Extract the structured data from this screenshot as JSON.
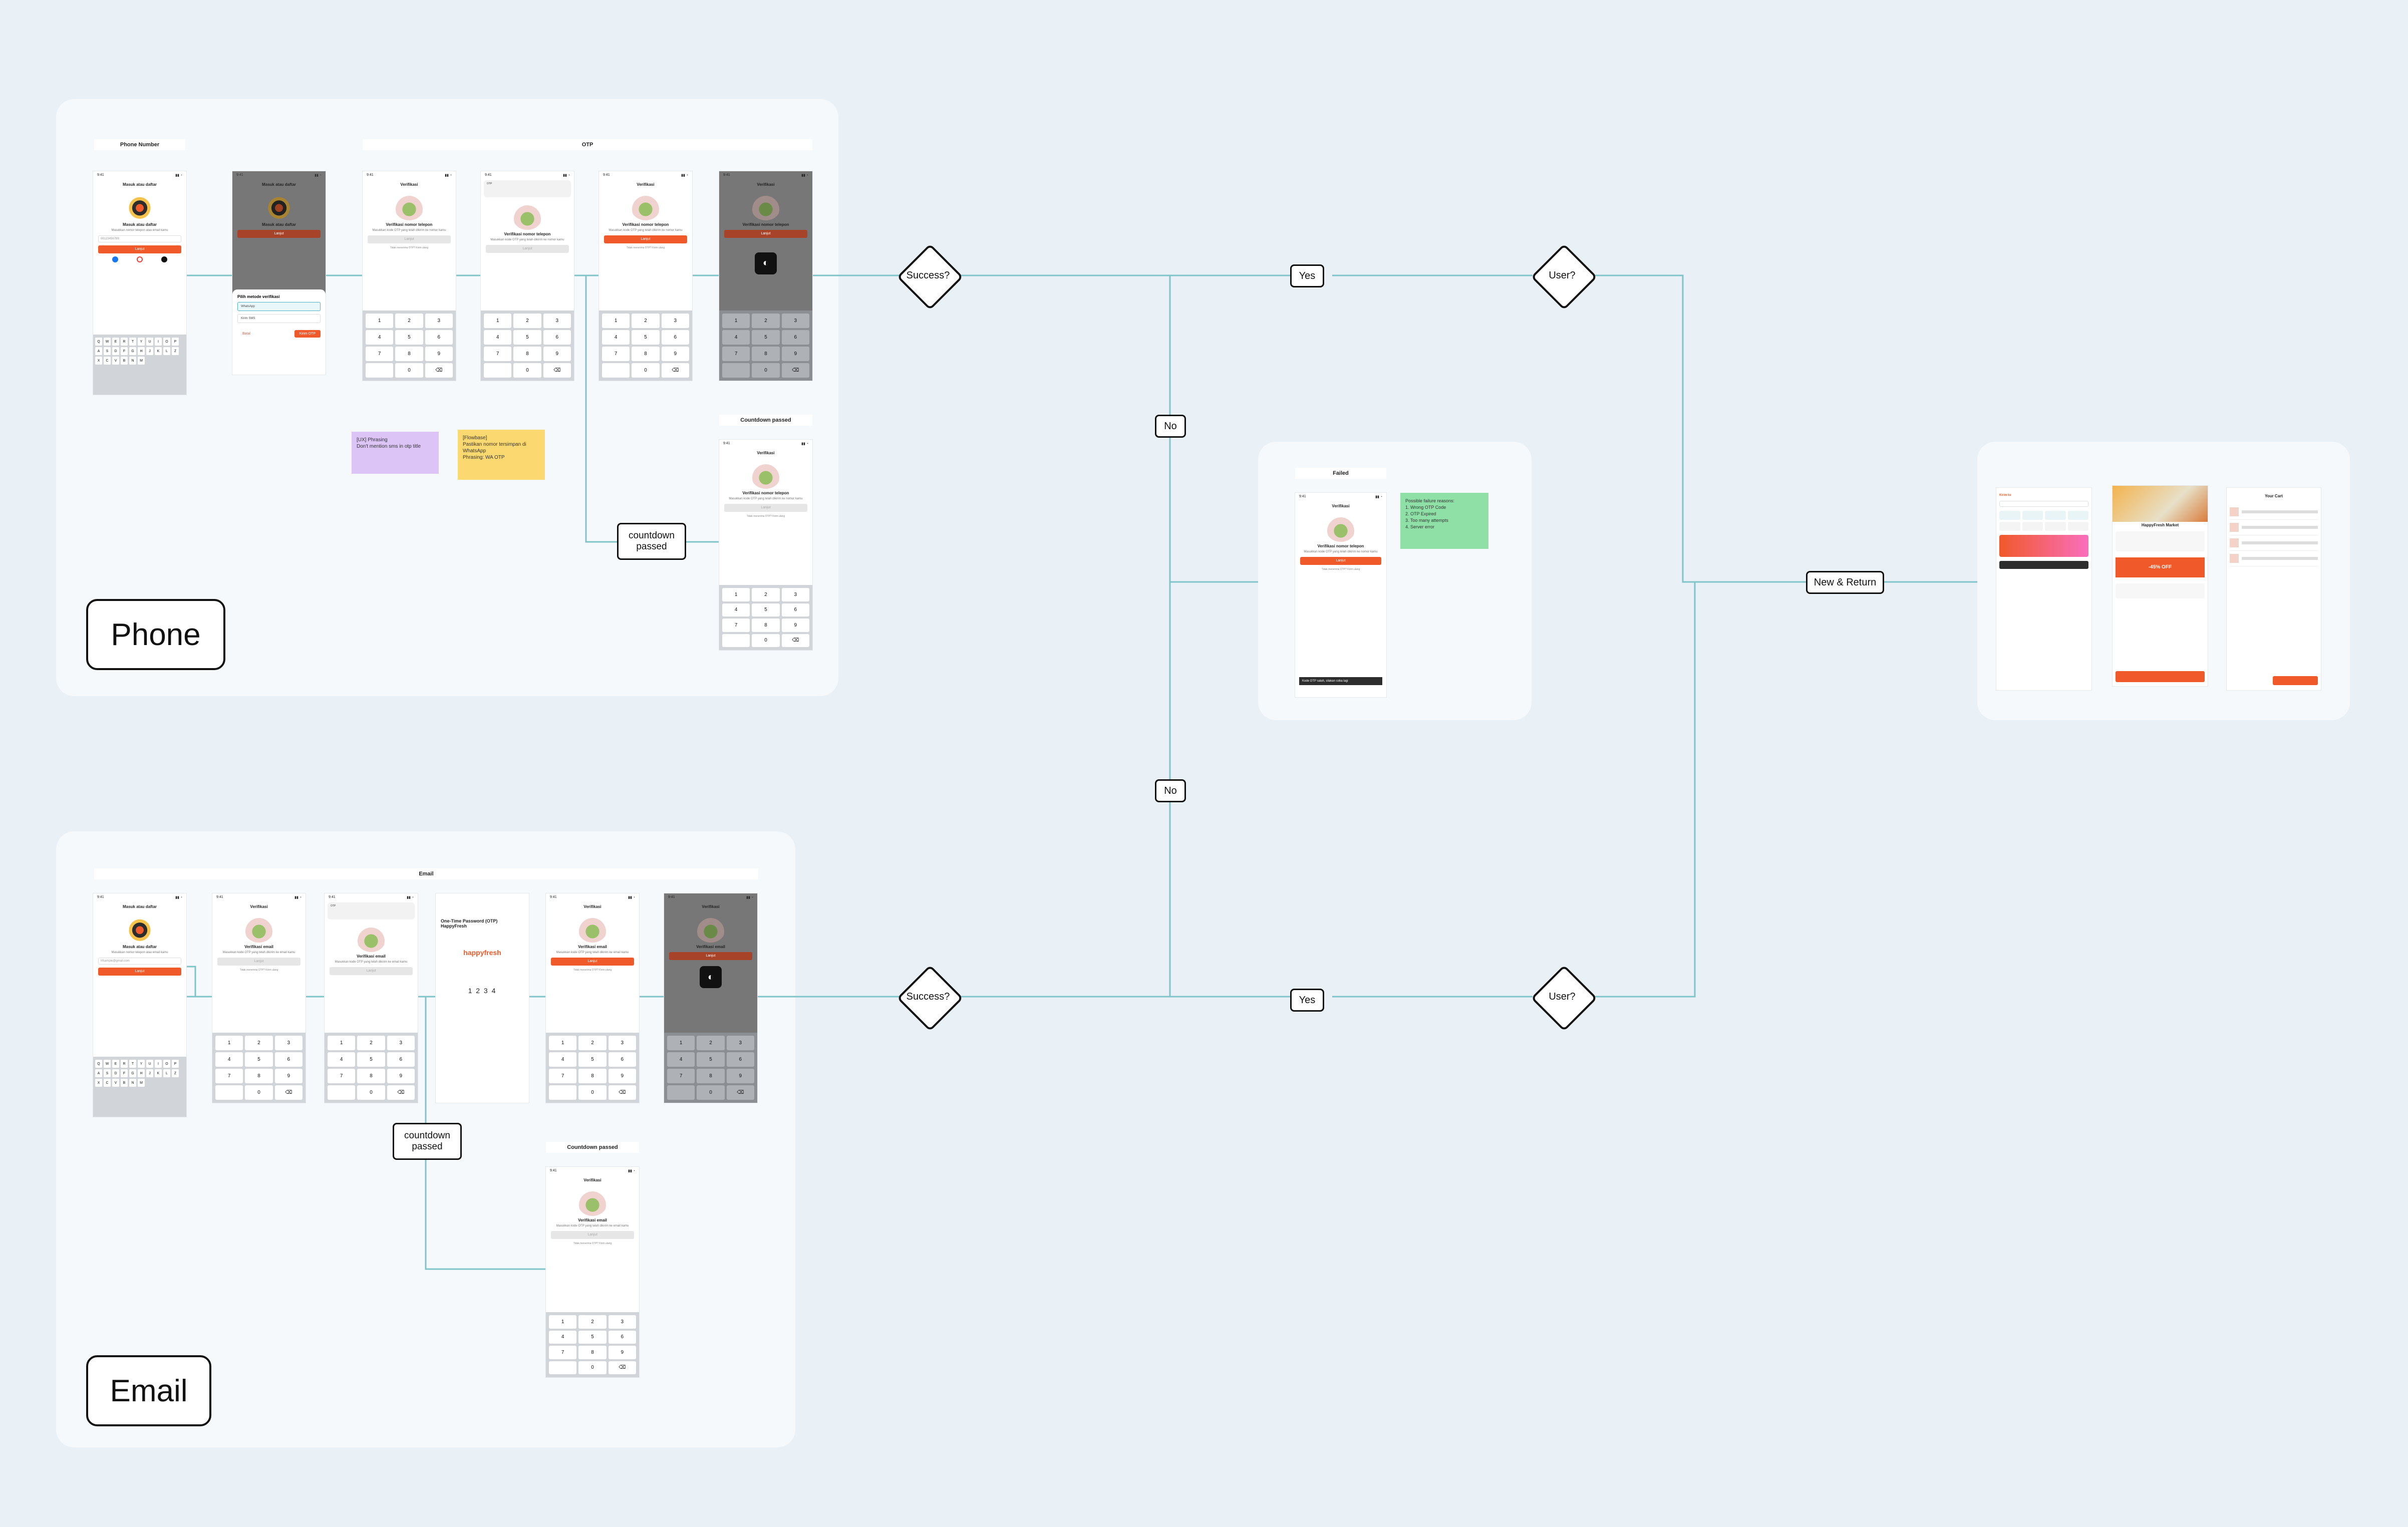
{
  "sections": {
    "phone": {
      "label": "Phone"
    },
    "email": {
      "label": "Email"
    }
  },
  "frame_labels": {
    "phone_number": "Phone Number",
    "otp": "OTP",
    "countdown_phone": "Countdown passed",
    "failed": "Failed",
    "email": "Email",
    "countdown_email": "Countdown passed"
  },
  "flow": {
    "success_phone": "Success?",
    "success_email": "Success?",
    "yes_phone": "Yes",
    "yes_email": "Yes",
    "user_phone": "User?",
    "user_email": "User?",
    "no_top": "No",
    "no_bottom": "No",
    "new_return": "New & Return",
    "countdown_passed_phone": "countdown\npassed",
    "countdown_passed_email": "countdown\npassed"
  },
  "screens": {
    "login": {
      "time": "9:41",
      "title": "Masuk atau daftar",
      "heading": "Masuk atau daftar",
      "sub": "Masukkan nomor telepon atau email kamu",
      "input": "08123456789",
      "button": "Lanjut",
      "email_input": "hfsample@gmail.com"
    },
    "verify_phone": {
      "title": "Verifikasi",
      "heading": "Verifikasi nomor telepon",
      "sub": "Masukkan kode OTP yang telah dikirim ke nomor kamu",
      "button": "Lanjut",
      "resend": "Tidak menerima OTP? Kirim ulang"
    },
    "verify_email": {
      "title": "Verifikasi",
      "heading": "Verifikasi email",
      "sub": "Masukkan kode OTP yang telah dikirim ke email kamu",
      "button": "Lanjut",
      "resend": "Tidak menerima OTP? Kirim ulang"
    },
    "method_sheet": {
      "title": "Pilih metode verifikasi",
      "option1": "WhatsApp",
      "option2": "Kirim SMS",
      "cancel": "Batal",
      "send": "Kirim OTP"
    },
    "email_otp": {
      "subject": "One-Time Password (OTP) HappyFresh",
      "brand": "happyfresh",
      "code": "1 2 3 4"
    },
    "failed_toast": "Kode OTP salah, silakan coba lagi"
  },
  "keys": [
    "1",
    "2",
    "3",
    "4",
    "5",
    "6",
    "7",
    "8",
    "9",
    "",
    "0",
    "⌫"
  ],
  "qwerty": [
    "Q",
    "W",
    "E",
    "R",
    "T",
    "Y",
    "U",
    "I",
    "O",
    "P",
    "A",
    "S",
    "D",
    "F",
    "G",
    "H",
    "J",
    "K",
    "L",
    "Z",
    "X",
    "C",
    "V",
    "B",
    "N",
    "M"
  ],
  "notes": {
    "purple": "[UX] Phrasing\nDon't mention sms in otp title",
    "yellow": "[Flowbase]\nPastikan nomor tersimpan di WhatsApp\nPhrasing: WA OTP",
    "green": "Possible failure reasons:\n1. Wrong OTP Code\n2. OTP Expired\n3. Too many attempts\n4. Server error"
  },
  "home": {
    "location": "Kirim ke",
    "market_title": "HappyFresh Market",
    "cart_title": "Your Cart",
    "promo": "-45% OFF"
  },
  "colors": {
    "accent": "#f0592a",
    "connector": "#7fc4c8",
    "section_bg": "#f6f9fb",
    "canvas": "#eaf1f6"
  }
}
